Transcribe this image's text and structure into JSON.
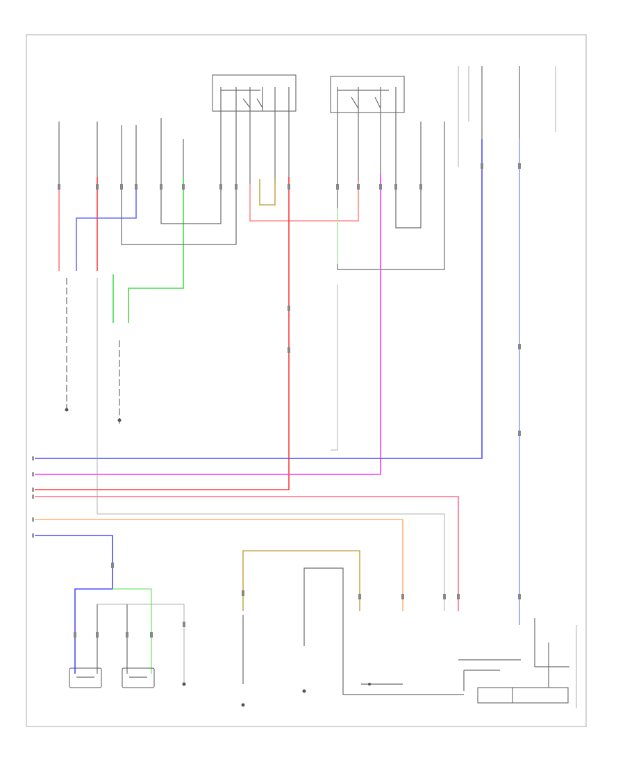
{
  "figure_number": "",
  "bottom_caption": "",
  "colors": {
    "pink": "#ff6d6d",
    "red": "#ff3a3a",
    "blue": "#4a4aff",
    "light_blue": "#8f8fff",
    "green": "#44dd44",
    "light_green": "#88ee88",
    "magenta": "#ff33ff",
    "orange": "#ffb070",
    "tan": "#c8a850",
    "gray_wire": "#6a6a6a",
    "frame": "#aaaaaa"
  },
  "wires": [
    {
      "name": "wire-1",
      "color": "blue"
    },
    {
      "name": "wire-2",
      "color": "magenta"
    },
    {
      "name": "wire-3",
      "color": "red"
    },
    {
      "name": "wire-4",
      "color": "pink"
    },
    {
      "name": "wire-5",
      "color": "orange"
    },
    {
      "name": "wire-6",
      "color": "blue"
    }
  ],
  "icons": {
    "switch": "switch-contact-icon",
    "connector": "connector-pin-icon",
    "ground": "ground-icon",
    "lamp": "lamp-icon"
  }
}
